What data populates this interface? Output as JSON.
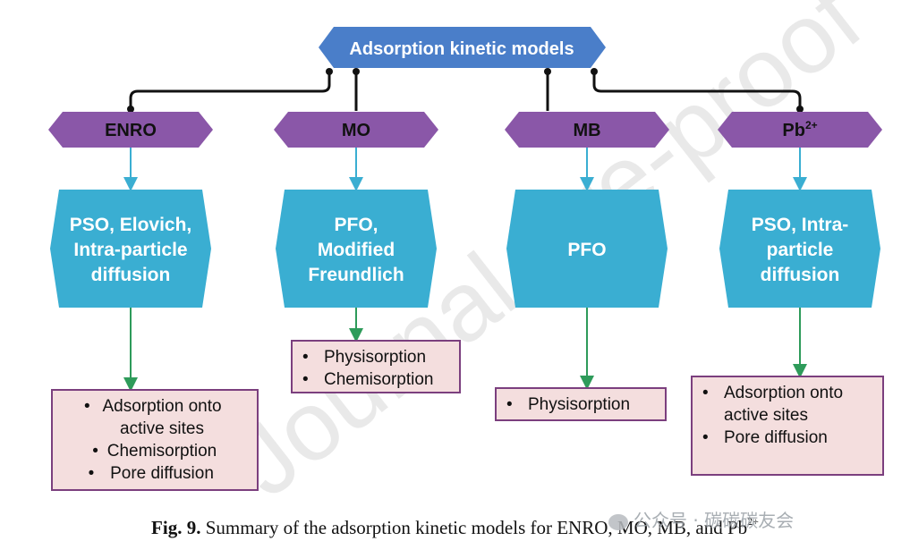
{
  "root": {
    "label": "Adsorption kinetic models"
  },
  "columns": [
    {
      "pollutant": "ENRO",
      "pollutant_sup": "",
      "models": [
        "PSO, Elovich,",
        "Intra-particle",
        "diffusion"
      ],
      "mechanisms": [
        [
          "Adsorption onto",
          "active sites"
        ],
        [
          "Chemisorption"
        ],
        [
          "Pore diffusion"
        ]
      ]
    },
    {
      "pollutant": "MO",
      "pollutant_sup": "",
      "models": [
        "PFO,",
        "Modified",
        "Freundlich"
      ],
      "mechanisms": [
        [
          "Physisorption"
        ],
        [
          "Chemisorption"
        ]
      ]
    },
    {
      "pollutant": "MB",
      "pollutant_sup": "",
      "models": [
        "PFO"
      ],
      "mechanisms": [
        [
          "Physisorption"
        ]
      ]
    },
    {
      "pollutant": "Pb",
      "pollutant_sup": "2+",
      "models": [
        "PSO, Intra-",
        "particle",
        "diffusion"
      ],
      "mechanisms": [
        [
          "Adsorption onto",
          "active sites"
        ],
        [
          "Pore diffusion"
        ]
      ]
    }
  ],
  "caption": {
    "label": "Fig. 9.",
    "text": "Summary of the adsorption kinetic models for ENRO, MO, MB, and Pb",
    "sup": "2+"
  },
  "watermark": {
    "journal": "Journal Pre-proof"
  },
  "social": {
    "text": "公众号 · 碳碳碳友会"
  },
  "colors": {
    "root_fill": "#4a7ec9",
    "pollutant_fill": "#8a57a8",
    "model_fill": "#3aaed2",
    "mechanism_fill": "#f4dede",
    "mechanism_border": "#7b3f7e",
    "connector_dark": "#111111",
    "arrow_blue": "#3aaed2",
    "arrow_green": "#2e9b5a"
  }
}
